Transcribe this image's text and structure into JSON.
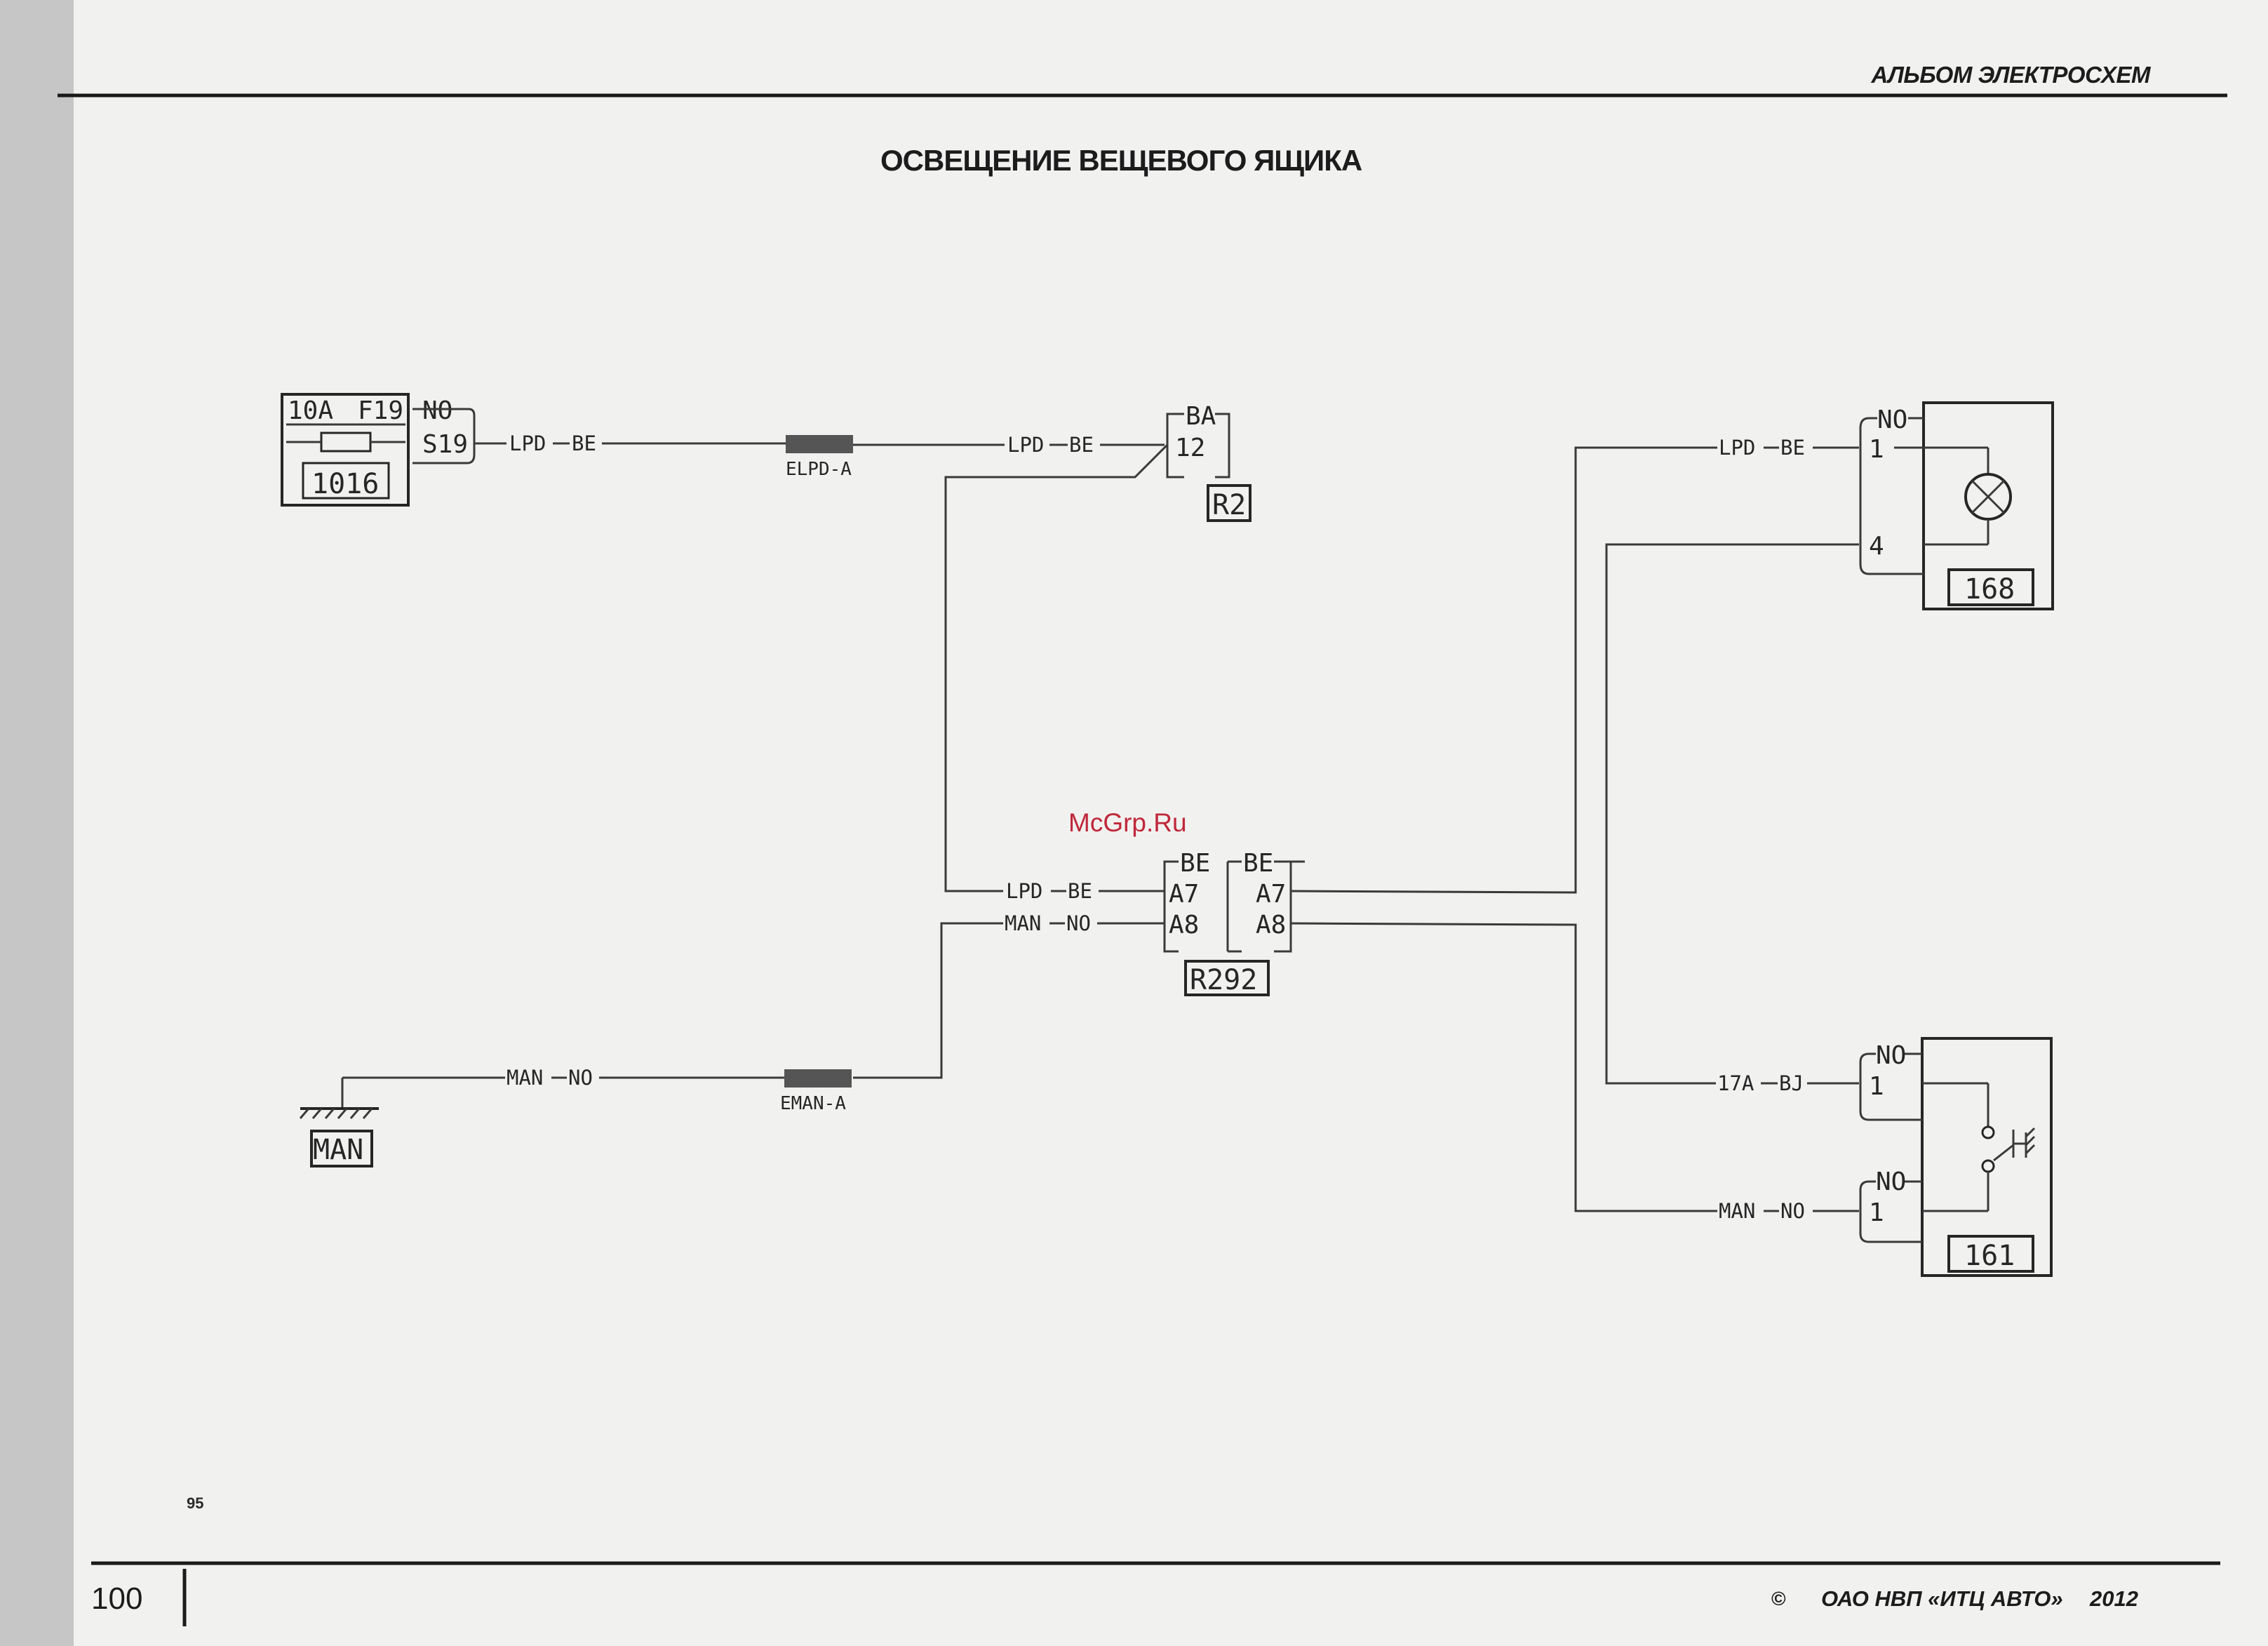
{
  "header": {
    "album_title": "АЛЬБОМ ЭЛЕКТРОСХЕМ",
    "page_title": "ОСВЕЩЕНИЕ ВЕЩЕВОГО ЯЩИКА"
  },
  "watermark": "McGrp.Ru",
  "footer": {
    "small_number": "95",
    "page_number": "100",
    "copyright_symbol": "©",
    "publisher": "ОАО НВП «ИТЦ АВТО»",
    "year": "2012"
  },
  "diagram": {
    "fuse_box": {
      "rating": "10A",
      "fuse": "F19",
      "pin": "S19",
      "color": "NO",
      "id": "1016"
    },
    "connector_r2": {
      "color": "BA",
      "pin": "12",
      "id": "R2"
    },
    "connector_r292": {
      "left_color": "BE",
      "right_color": "BE",
      "left_pins": [
        "A7",
        "A8"
      ],
      "right_pins": [
        "A7",
        "A8"
      ],
      "id": "R292"
    },
    "lamp_168": {
      "color": "NO",
      "pins": [
        "1",
        "4"
      ],
      "id": "168"
    },
    "switch_161": {
      "color_top": "NO",
      "color_bottom": "NO",
      "pins": [
        "1",
        "1"
      ],
      "id": "161"
    },
    "ground": {
      "id": "MAN"
    },
    "splices": {
      "elpd": "ELPD-A",
      "eman": "EMAN-A"
    },
    "wires": {
      "w1": {
        "name": "LPD",
        "color": "BE"
      },
      "w2": {
        "name": "LPD",
        "color": "BE"
      },
      "w3": {
        "name": "LPD",
        "color": "BE"
      },
      "w4": {
        "name": "MAN",
        "color": "NO"
      },
      "w5": {
        "name": "MAN",
        "color": "NO"
      },
      "w6": {
        "name": "LPD",
        "color": "BE"
      },
      "w7": {
        "name": "17A",
        "color": "BJ"
      },
      "w8": {
        "name": "MAN",
        "color": "NO"
      }
    }
  }
}
